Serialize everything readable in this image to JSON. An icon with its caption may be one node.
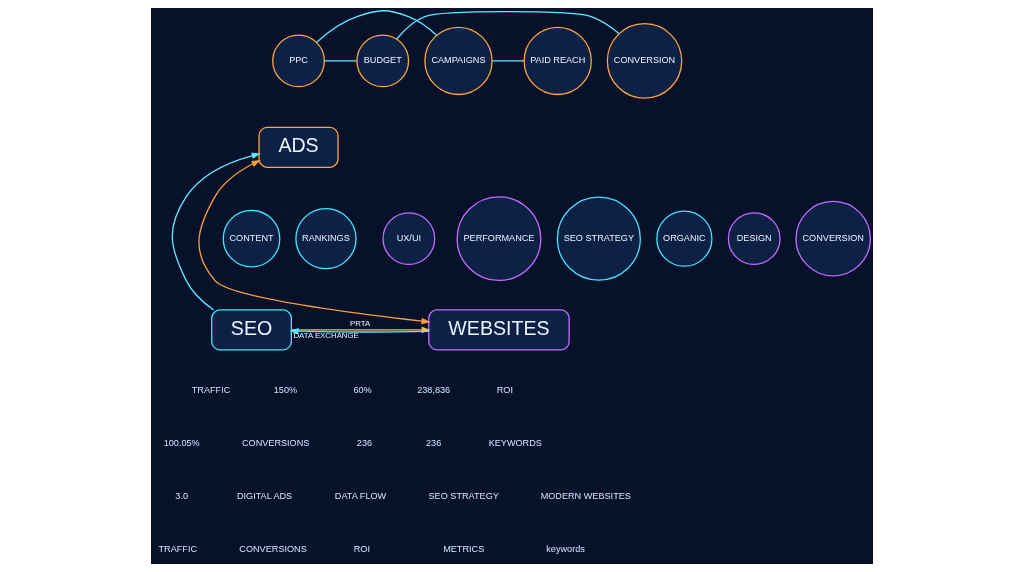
{
  "diagram": {
    "nodes": [
      {
        "text": [
          "SEO"
        ]
      },
      {
        "text": [
          "ADS"
        ]
      },
      {
        "text": [
          "WEBSITES"
        ]
      },
      {
        "text": [
          "SEO STRATEGY"
        ]
      },
      {
        "text": [
          "CONTENT"
        ]
      },
      {
        "text": [
          "RANKINGS"
        ]
      },
      {
        "text": [
          "ORGANIC"
        ]
      },
      {
        "text": [
          "PAID REACH"
        ]
      },
      {
        "text": [
          "CAMPAIGNS"
        ]
      },
      {
        "text": [
          "PPC"
        ]
      },
      {
        "text": [
          "BUDGET"
        ]
      },
      {
        "text": [
          "CONVERSION"
        ]
      },
      {
        "text": [
          "DESIGN"
        ]
      },
      {
        "text": [
          "UX/UI"
        ]
      },
      {
        "text": [
          "PERFORMANCE"
        ]
      },
      {
        "text": [
          "CONVERSION"
        ]
      }
    ],
    "edges": [
      {
        "from": 7,
        "to": 8,
        "arrow": "none"
      },
      {
        "from": 8,
        "to": 9,
        "arrow": "none"
      },
      {
        "from": 9,
        "to": 10,
        "arrow": "none"
      },
      {
        "from": 10,
        "to": 11,
        "arrow": "none"
      },
      {
        "from": 0,
        "to": 1,
        "arrow": "to",
        "color": "#5fe8ff"
      },
      {
        "from": 1,
        "to": 2,
        "arrow": "both",
        "color": "#ffa040"
      },
      {
        "from": 0,
        "to": 2,
        "label": "PRTA",
        "arrow": "to",
        "color": "#ffc040"
      },
      {
        "from": 2,
        "to": 0,
        "label": "DATA EXCHANGE",
        "arrow": "to",
        "color": "#5fe8ff"
      }
    ],
    "labels": [
      "TRAFFIC",
      "150%",
      "60%",
      "238,836",
      "ROI",
      "100.05%",
      "CONVERSIONS",
      "236",
      "236",
      "KEYWORDS",
      "3.0",
      "DIGITAL ADS",
      "DATA FLOW",
      "SEO STRATEGY",
      "MODERN WEBSITES",
      "TRAFFIC",
      "CONVERSIONS",
      "ROI",
      "METRICS",
      "keywords"
    ]
  }
}
